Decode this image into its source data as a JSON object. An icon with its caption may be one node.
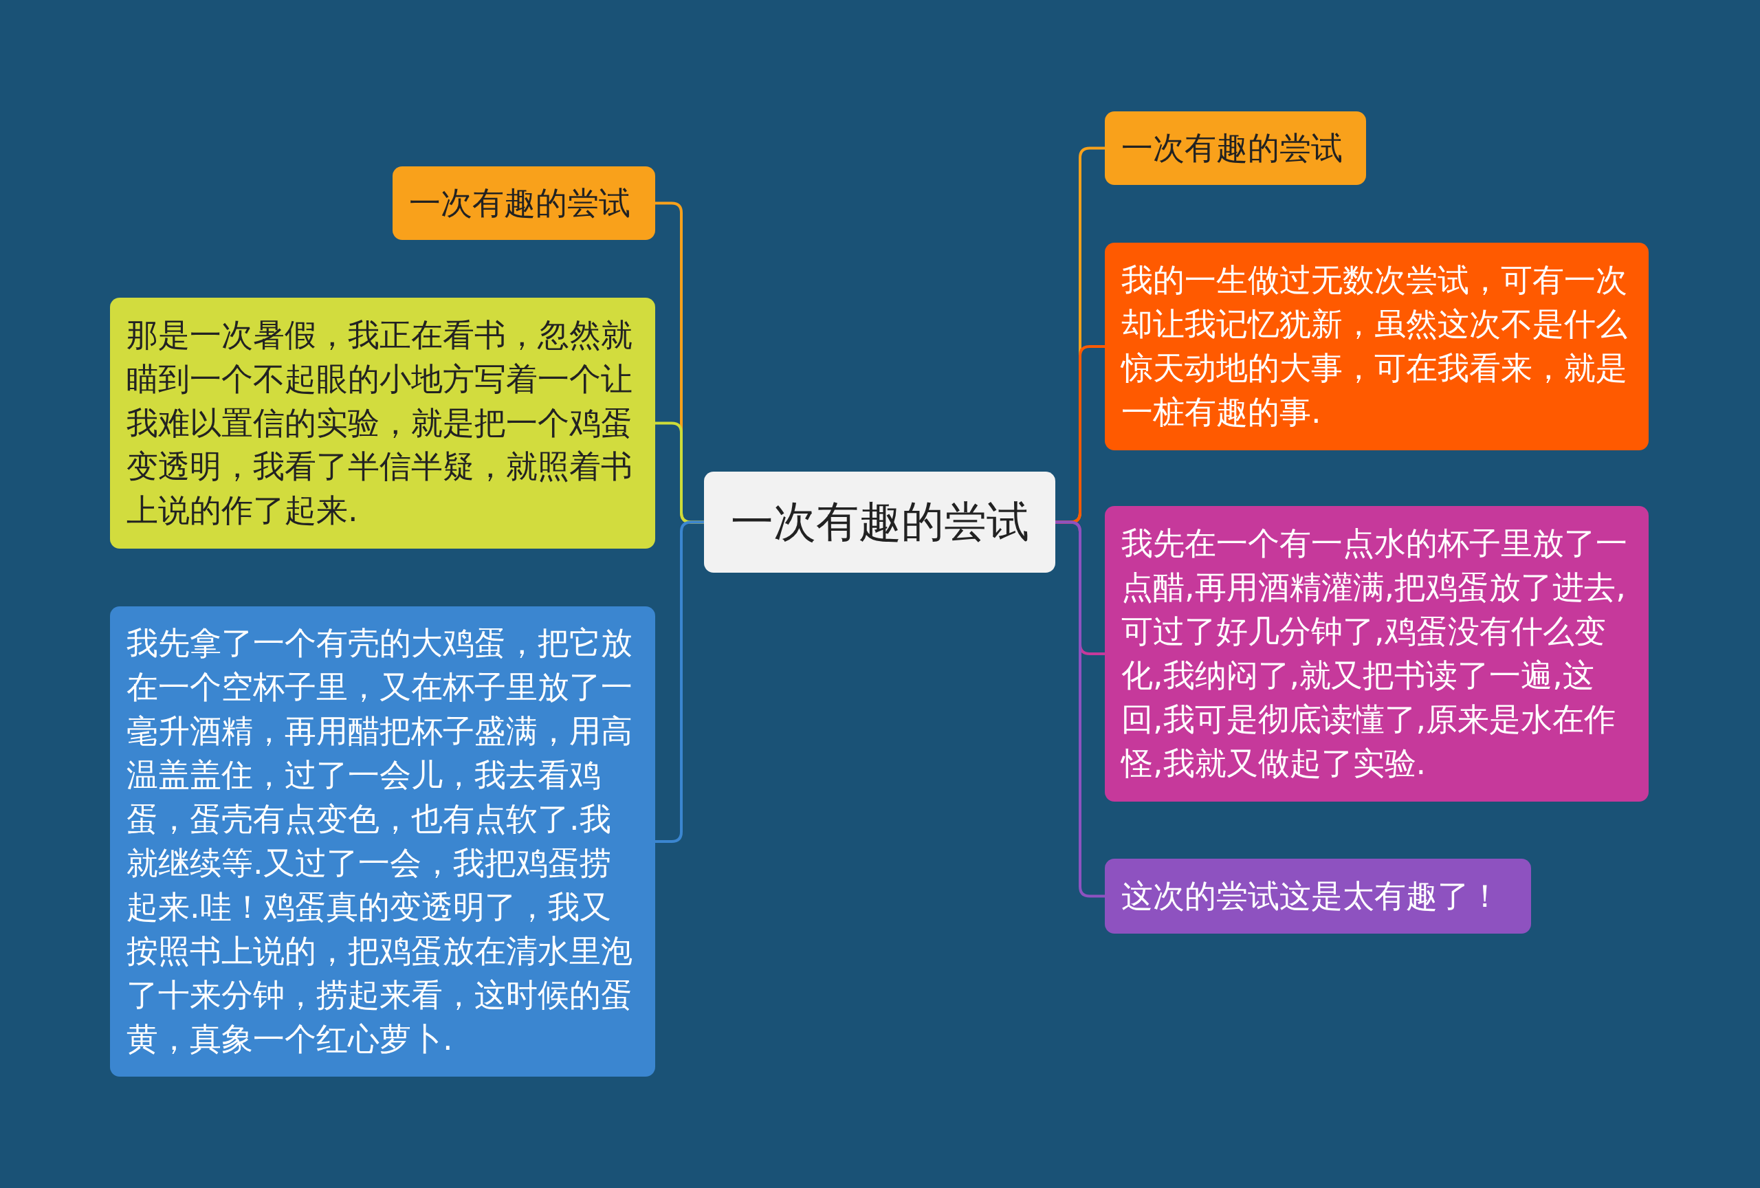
{
  "diagram": {
    "nodes": [
      {
        "text": [
          "一次有趣的尝试"
        ]
      },
      {
        "text": [
          "一次有趣的尝试"
        ]
      },
      {
        "text": [
          "那是一次暑假，我正在看书，忽然就瞄到一个不起眼的小地方写着一个让我难以置信的实验，就是把一个鸡蛋变透明，我看了半信半疑，就照着书上说的作了起来."
        ]
      },
      {
        "text": [
          "我先拿了一个有壳的大鸡蛋，把它放在一个空杯子里，又在杯子里放了一毫升酒精，再用醋把杯子盛满，用高温盖盖住，过了一会儿，我去看鸡蛋，蛋壳有点变色，也有点软了.我就继续等.又过了一会，我把鸡蛋捞起来.哇！鸡蛋真的变透明了，我又按照书上说的，把鸡蛋放在清水里泡了十来分钟，捞起来看，这时候的蛋黄，真象一个红心萝卜."
        ]
      },
      {
        "text": [
          "一次有趣的尝试"
        ]
      },
      {
        "text": [
          "我的一生做过无数次尝试，可有一次却让我记忆犹新，虽然这次不是什么惊天动地的大事，可在我看来，就是一桩有趣的事."
        ]
      },
      {
        "text": [
          "我先在一个有一点水的杯子里放了一点醋,再用酒精灌满,把鸡蛋放了进去,可过了好几分钟了,鸡蛋没有什么变化,我纳闷了,就又把书读了一遍,这回,我可是彻底读懂了,原来是水在作怪,我就又做起了实验."
        ]
      },
      {
        "text": [
          "这次的尝试这是太有趣了！"
        ]
      }
    ],
    "edges": [
      {
        "from": 0,
        "to": 1,
        "arrow": "none",
        "color": "#f9a11b"
      },
      {
        "from": 0,
        "to": 2,
        "arrow": "none",
        "color": "#cddc39"
      },
      {
        "from": 0,
        "to": 3,
        "arrow": "none",
        "color": "#3b86d0"
      },
      {
        "from": 0,
        "to": 4,
        "arrow": "none",
        "color": "#f9a11b"
      },
      {
        "from": 0,
        "to": 5,
        "arrow": "none",
        "color": "#ff5a00"
      },
      {
        "from": 0,
        "to": 6,
        "arrow": "none",
        "color": "#c6399b"
      },
      {
        "from": 0,
        "to": 7,
        "arrow": "none",
        "color": "#8e52c0"
      }
    ]
  }
}
